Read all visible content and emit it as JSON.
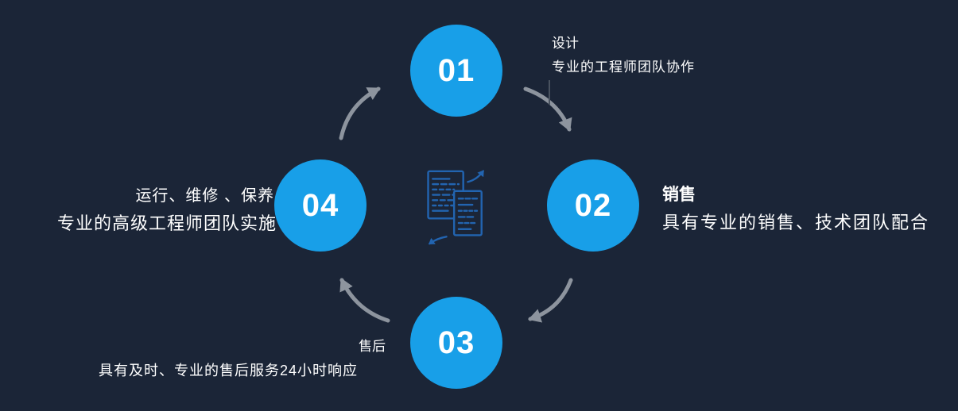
{
  "colors": {
    "bg": "#1b2537",
    "accent": "#189fe8",
    "arrow": "#8d949e",
    "icon": "#2264b0",
    "text": "#ffffff"
  },
  "steps": [
    {
      "number": "01",
      "title": "设计",
      "desc": "专业的工程师团队协作"
    },
    {
      "number": "02",
      "title": "销售",
      "desc": "具有专业的销售、技术团队配合"
    },
    {
      "number": "03",
      "title": "售后",
      "desc": "具有及时、专业的售后服务24小时响应"
    },
    {
      "number": "04",
      "title": "运行、维修 、保养",
      "desc": "专业的高级工程师团队实施"
    }
  ],
  "icons": {
    "center": "code-document-icon",
    "flow": [
      "arrow-04-to-01",
      "arrow-01-to-02",
      "arrow-02-to-03",
      "arrow-03-to-04"
    ]
  }
}
